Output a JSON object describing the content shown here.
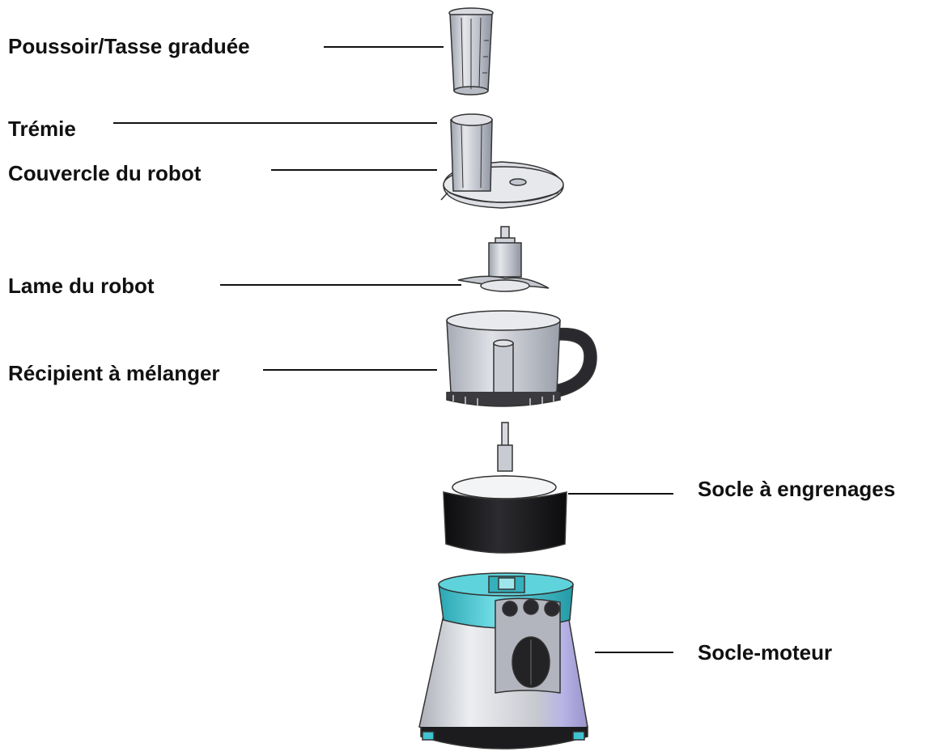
{
  "diagram": {
    "parts": [
      {
        "id": "pusher",
        "label": "Poussoir/Tasse graduée"
      },
      {
        "id": "hopper",
        "label": "Trémie"
      },
      {
        "id": "lid",
        "label": "Couvercle du robot"
      },
      {
        "id": "blade",
        "label": "Lame du robot"
      },
      {
        "id": "bowl",
        "label": "Récipient à mélanger"
      },
      {
        "id": "gear-base",
        "label": "Socle à engrenages"
      },
      {
        "id": "motor-base",
        "label": "Socle-moteur"
      }
    ],
    "colors": {
      "ink": "#111111",
      "outline": "#333333",
      "transparent_plastic": "#c9ccd4",
      "dark_plastic": "#1c1c1e",
      "teal_accent": "#3fc4cf",
      "silver_body": "#d2d5db",
      "violet_shade": "#b9b4e6"
    }
  }
}
